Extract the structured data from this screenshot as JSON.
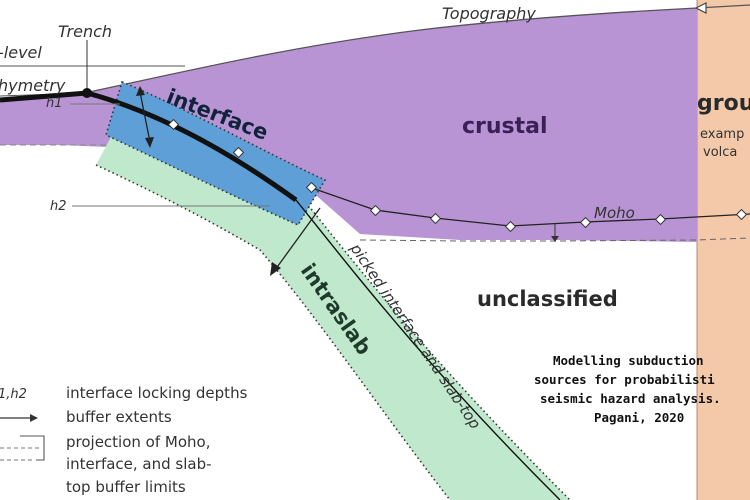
{
  "labels": {
    "topography": "Topography",
    "sea_level": "-level",
    "bathymetry": "hymetry",
    "trench": "Trench",
    "h1": "h1",
    "h2": "h2",
    "moho": "Moho"
  },
  "zones": {
    "crustal": "crustal",
    "interface": "interface",
    "intraslab": "intraslab",
    "unclassified": "unclassified",
    "slab_top": "picked interface and slab-top",
    "group": "grou",
    "example_1": "examp",
    "example_2": "volca"
  },
  "legend": {
    "locking_symbol": "1,h2",
    "locking_text": "interface locking depths",
    "buffer_text": "buffer extents",
    "projection_line1": "projection of Moho,",
    "projection_line2": "interface, and slab-",
    "projection_line3": "top buffer limits"
  },
  "citation": {
    "line1": "Modelling subduction",
    "line2": "sources for probabilisti",
    "line3": "seismic hazard analysis.",
    "line4": "Pagani, 2020"
  },
  "colors": {
    "crustal": "#b994d4",
    "interface": "#5d9fd6",
    "intraslab": "#bfe8cc",
    "volcanic": "#f3c9aa"
  }
}
